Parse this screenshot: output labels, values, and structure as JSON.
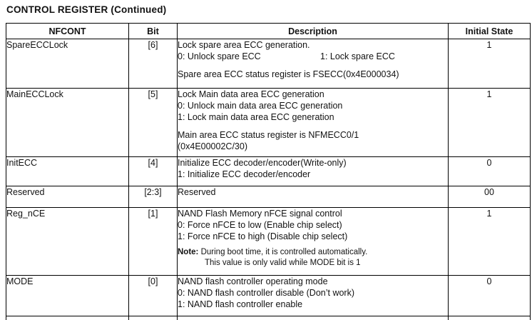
{
  "page": {
    "title": "CONTROL REGISTER (Continued)"
  },
  "table": {
    "headers": [
      "NFCONT",
      "Bit",
      "Description",
      "Initial State"
    ],
    "rows": [
      {
        "nfcont": "SpareECCLock",
        "bit": "[6]",
        "d1": "Lock spare area ECC generation.",
        "d2a": "0: Unlock spare ECC",
        "d2b": "1: Lock spare ECC",
        "p2": "Spare area ECC status register is FSECC(0x4E000034)",
        "initial": "1"
      },
      {
        "nfcont": "MainECCLock",
        "bit": "[5]",
        "d1": "Lock Main data area ECC generation",
        "d2": "0: Unlock main data area ECC generation",
        "d3": "1: Lock main data area ECC generation",
        "p2a": "Main area ECC status register is NFMECC0/1",
        "p2b": "(0x4E00002C/30)",
        "initial": "1"
      },
      {
        "nfcont": "InitECC",
        "bit": "[4]",
        "d1": "Initialize ECC decoder/encoder(Write-only)",
        "d2": "1: Initialize ECC decoder/encoder",
        "initial": "0"
      },
      {
        "nfcont": "Reserved",
        "bit": "[2:3]",
        "d1": "Reserved",
        "initial": "00"
      },
      {
        "nfcont": "Reg_nCE",
        "bit": "[1]",
        "d1": "NAND Flash Memory nFCE signal control",
        "d2": "0: Force nFCE to low (Enable chip select)",
        "d3": "1: Force nFCE to high (Disable chip select)",
        "note_label": "Note:",
        "note1": "During boot time, it is controlled automatically.",
        "note2": "This value is only valid while MODE bit is 1",
        "initial": "1"
      },
      {
        "nfcont": "MODE",
        "bit": "[0]",
        "d1": "NAND flash controller operating mode",
        "d2": "0: NAND flash controller disable (Don’t work)",
        "d3": "1: NAND flash controller enable",
        "initial": "0"
      }
    ]
  }
}
